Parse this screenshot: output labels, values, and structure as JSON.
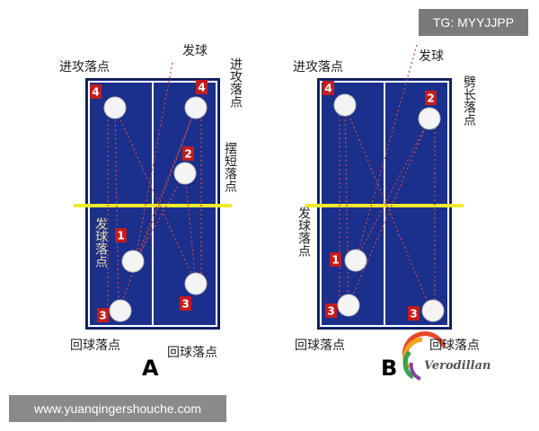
{
  "watermark_tag": "TG: MYYJJPP",
  "website": "www.yuanqingershouche.com",
  "logo_text": "Verodillan",
  "colors": {
    "court": "#1b2f8c",
    "court_border": "#0f1b5a",
    "line": "#ffffff",
    "net": "#f1ea2a",
    "trajectory": "#c24a4a",
    "badge": "#c41c1c"
  },
  "panel_a": {
    "letter": "A",
    "serve_label": "发球",
    "attack_landing_left": "进攻落点",
    "attack_landing_right": "进攻落点",
    "short_landing": "摆短落点",
    "serve_landing": "发球落点",
    "return_landing_left": "回球落点",
    "return_landing_right": "回球落点",
    "ball_numbers": [
      "4",
      "4",
      "2",
      "1",
      "3",
      "3"
    ]
  },
  "panel_b": {
    "letter": "B",
    "serve_label": "发球",
    "attack_landing": "进攻落点",
    "long_landing": "劈长落点",
    "serve_landing": "发球落点",
    "return_landing_left": "回球落点",
    "return_landing_right": "回球落点",
    "ball_numbers": [
      "4",
      "2",
      "1",
      "3",
      "3"
    ]
  }
}
